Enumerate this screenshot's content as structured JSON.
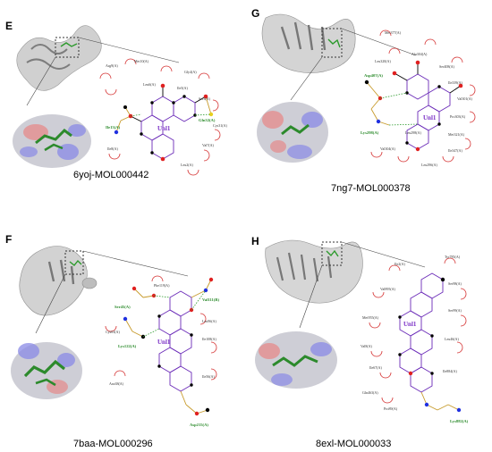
{
  "panels": {
    "e": {
      "letter": "E",
      "caption": "6yoj-MOL000442",
      "ligand": "Unl1",
      "residues": [
        "Arg9(A)",
        "Met10(A)",
        "Leu6(A)",
        "Ile5(A)",
        "Ser3(A)",
        "Cys31(A)",
        "Val7(A)",
        "Leu2(A)",
        "Ile8(A)",
        "Gly4(A)"
      ],
      "hbond_residues": [
        "Ile13(A)",
        "Gln32(A)"
      ]
    },
    "g": {
      "letter": "G",
      "caption": "7ng7-MOL000378",
      "ligand": "Unl1",
      "residues": [
        "Met377(A)",
        "Leu320(A)",
        "Ala304(A)",
        "Ser408(A)",
        "Ile339(A)",
        "Val301(A)",
        "Pro303(A)",
        "Met321(A)",
        "Ile347(A)",
        "Val304(A)",
        "Leu296(A)",
        "Leu298(A)"
      ],
      "hbond_residues": [
        "Asp407(A)",
        "Lys298(A)"
      ]
    },
    "f": {
      "letter": "F",
      "caption": "7baa-MOL000296",
      "ligand": "Unl1",
      "residues": [
        "Phe119(A)",
        "Cys63(A)",
        "Asn38(A)",
        "Ile108(A)",
        "Ile56(A)",
        "Leu96(A)"
      ],
      "hbond_residues": [
        "Ser45(A)",
        "Lys122(A)",
        "Val111(B)",
        "Asp215(A)"
      ]
    },
    "h": {
      "letter": "H",
      "caption": "8exl-MOL000033",
      "ligand": "Unl1",
      "residues": [
        "Ile2(A)",
        "Tyr785(A)",
        "Val895(A)",
        "Ser98(A)",
        "Ser99(A)",
        "Met955(A)",
        "Leu46(A)",
        "Val8(A)",
        "Ile67(A)",
        "Gln463(A)",
        "Pro89(A)",
        "Ile884(A)"
      ],
      "hbond_residues": [
        "Lys882(A)"
      ]
    }
  }
}
